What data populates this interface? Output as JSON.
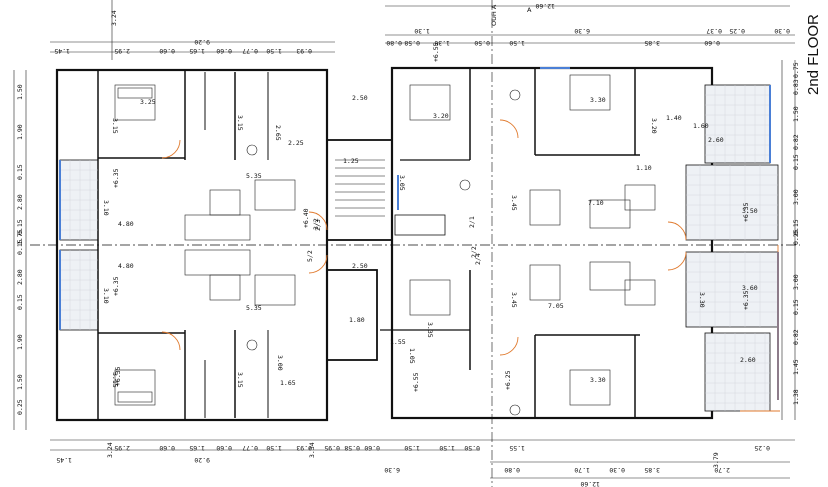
{
  "drawing": {
    "floor_title": "2nd FLOOR",
    "section_mark": "A",
    "top_note": "OUH A",
    "colors": {
      "line": "#1a1a1a",
      "wall": "#111111",
      "window": "#4a7fd6",
      "door": "#e07a2e",
      "grid": "#cfd3d8"
    }
  },
  "dimensions": {
    "top_row1": [
      "1.45",
      "2.95",
      "0.60",
      "1.65",
      "0.60",
      "0.77",
      "1.50",
      "0.93"
    ],
    "top_row2": [
      "9.20",
      "3.24"
    ],
    "top_right_row1": [
      "0.80",
      "0.58",
      "1.30",
      "0.50",
      "1.50",
      "3.85",
      "0.60"
    ],
    "top_right_row2": [
      "1.30",
      "6.30",
      "0.37",
      "0.25",
      "0.30"
    ],
    "top_far": [
      "12.60"
    ],
    "bottom_row1": [
      "2.95",
      "0.60",
      "1.65",
      "0.60",
      "0.77",
      "1.50",
      "0.93",
      "0.95",
      "0.58",
      "0.60",
      "1.50",
      "1.50",
      "0.50",
      "1.55",
      "0.25"
    ],
    "bottom_row2": [
      "1.45",
      "3.24",
      "9.20",
      "3.34",
      "6.30",
      "0.80",
      "1.70",
      "0.30",
      "3.85",
      "2.70",
      "3.79"
    ],
    "bottom_far": [
      "12.60"
    ],
    "left": [
      "1.50",
      "1.90",
      "0.15",
      "2.80",
      "0.15",
      "1.75",
      "0.15",
      "2.80",
      "0.15",
      "1.90",
      "1.50",
      "0.25"
    ],
    "right": [
      "0.75",
      "0.83",
      "1.50",
      "0.82",
      "0.15",
      "3.00",
      "0.15",
      "0.25",
      "3.00",
      "0.15",
      "0.82",
      "1.45",
      "1.38"
    ]
  },
  "rooms": {
    "area_labels": [
      "3.25",
      "3.15",
      "3.15",
      "3.10",
      "3.10",
      "4.80",
      "4.80",
      "5.35",
      "5.35",
      "3.15",
      "3.15",
      "2.65",
      "2.25",
      "3.00",
      "1.65",
      "2.50",
      "1.25",
      "2.50",
      "1.80",
      "3.20",
      "3.30",
      "3.30",
      "3.05",
      "3.45",
      "3.45",
      "7.05",
      "7.10",
      "3.20",
      "1.10",
      "1.60",
      "1.40",
      "2.60",
      "3.50",
      "3.60",
      "3.30",
      "2.60",
      "1.05",
      "1.55",
      "3.35"
    ],
    "level_marks": [
      "+6.35",
      "+6.35",
      "+6.40",
      "+6.55",
      "+6.25",
      "+6.55",
      "+6.35",
      "+6.35",
      "+6.35"
    ],
    "door_tags": [
      "5/2",
      "2/3",
      "2/1",
      "2/2",
      "2/4",
      "3/2"
    ]
  }
}
